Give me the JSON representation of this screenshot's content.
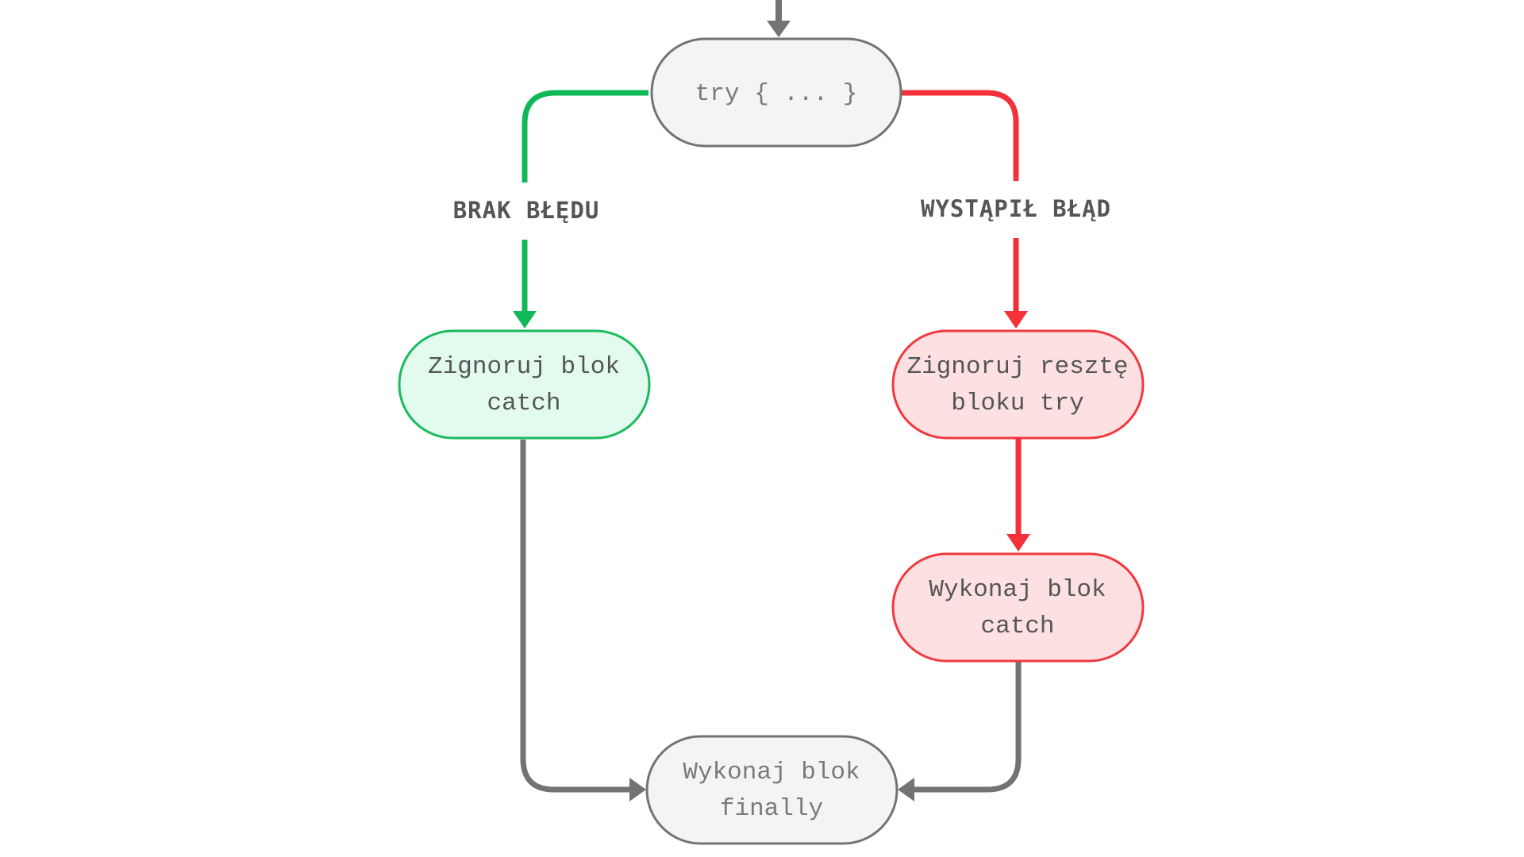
{
  "colors": {
    "neutral_stroke": "#737373",
    "neutral_fill": "#f4f4f4",
    "success_stroke": "#1abb5e",
    "success_fill": "#e3fbee",
    "success_line": "#11b85a",
    "error_stroke": "#f0393e",
    "error_fill": "#fde0e2",
    "error_line": "#f43038",
    "text": "#555555"
  },
  "nodes": {
    "try_block": {
      "lines": [
        "try { ... }"
      ]
    },
    "ignore_catch": {
      "lines": [
        "Zignoruj blok",
        "catch"
      ]
    },
    "ignore_rest_try": {
      "lines": [
        "Zignoruj resztę",
        "bloku try"
      ]
    },
    "run_catch": {
      "lines": [
        "Wykonaj blok",
        "catch"
      ]
    },
    "run_finally": {
      "lines": [
        "Wykonaj blok",
        "finally"
      ]
    }
  },
  "edges": {
    "no_error_label": "BRAK BŁĘDU",
    "error_label": "WYSTĄPIŁ BŁĄD"
  }
}
